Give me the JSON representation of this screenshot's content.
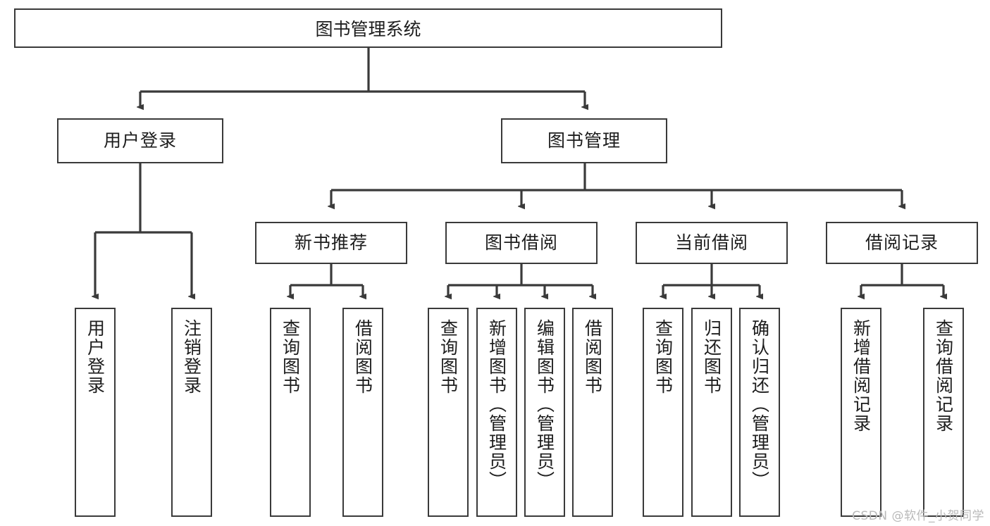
{
  "diagram": {
    "title": "图书管理系统",
    "type": "hierarchy-tree",
    "colors": {
      "box_border": "#3a3a3a",
      "box_fill": "#ffffff",
      "connector": "#3a3a3a",
      "text": "#1d1d1d",
      "watermark": "#b9b9b9"
    },
    "root": {
      "label": "图书管理系统"
    },
    "level2": [
      {
        "label": "用户登录"
      },
      {
        "label": "图书管理"
      }
    ],
    "level3": [
      {
        "label": "新书推荐"
      },
      {
        "label": "图书借阅"
      },
      {
        "label": "当前借阅"
      },
      {
        "label": "借阅记录"
      }
    ],
    "leaves": {
      "user_login": [
        {
          "label": "用户登录"
        },
        {
          "label": "注销登录"
        }
      ],
      "new_book_recommend": [
        {
          "label": "查询图书"
        },
        {
          "label": "借阅图书"
        }
      ],
      "book_borrow": [
        {
          "label": "查询图书"
        },
        {
          "label": "新增图书（管理员）"
        },
        {
          "label": "编辑图书（管理员）"
        },
        {
          "label": "借阅图书"
        }
      ],
      "current_borrow": [
        {
          "label": "查询图书"
        },
        {
          "label": "归还图书"
        },
        {
          "label": "确认归还（管理员）"
        }
      ],
      "borrow_record": [
        {
          "label": "新增借阅记录"
        },
        {
          "label": "查询借阅记录"
        }
      ]
    },
    "watermark": "CSDN @软件_小贺同学"
  }
}
